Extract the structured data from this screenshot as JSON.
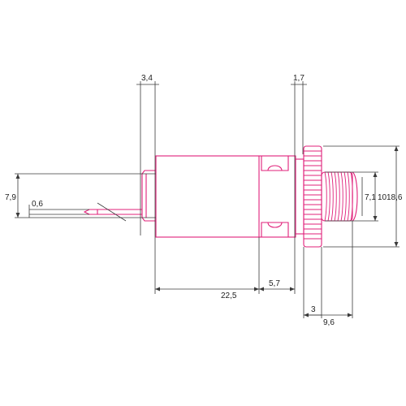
{
  "drawing": {
    "dimensions": {
      "width_3_4": "3,4",
      "width_1_7": "1,7",
      "height_7_9": "7,9",
      "pin_0_6": "0,6",
      "thread_7_1": "7,1",
      "thread_10": "10",
      "outer_18_6": "18,6",
      "body_22_5": "22,5",
      "body_5_7": "5,7",
      "nut_3": "3",
      "thread_9_6": "9,6"
    },
    "colors": {
      "part_outline": "#e0207a",
      "dimension_line": "#3a3a3a"
    }
  }
}
